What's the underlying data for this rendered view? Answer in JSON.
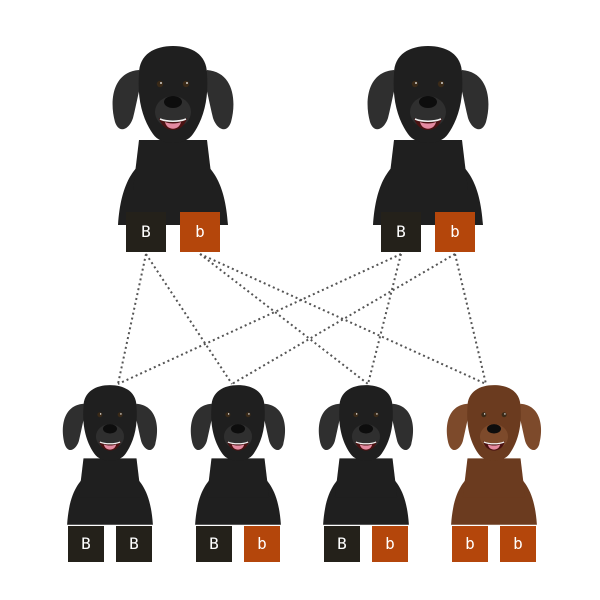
{
  "colors": {
    "dominant_box": "#24211a",
    "recessive_box": "#b4460b",
    "black_coat": "#1f1f1f",
    "black_coat_shade": "#2f2f2f",
    "chocolate_coat": "#6b3b1f",
    "chocolate_coat_shade": "#7d4a2b",
    "line": "#555555",
    "background": "#ffffff"
  },
  "parents": [
    {
      "coat": "black",
      "alleles": [
        "B",
        "b"
      ]
    },
    {
      "coat": "black",
      "alleles": [
        "B",
        "b"
      ]
    }
  ],
  "offspring": [
    {
      "coat": "black",
      "alleles": [
        "B",
        "B"
      ]
    },
    {
      "coat": "black",
      "alleles": [
        "B",
        "b"
      ]
    },
    {
      "coat": "black",
      "alleles": [
        "B",
        "b"
      ]
    },
    {
      "coat": "chocolate",
      "alleles": [
        "b",
        "b"
      ]
    }
  ]
}
